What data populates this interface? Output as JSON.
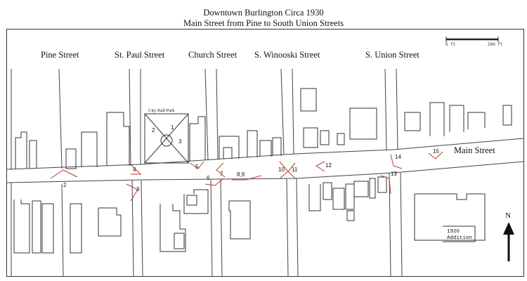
{
  "title": "Downtown Burlington Circa 1930",
  "subtitle": "Main Street from Pine to South Union Streets",
  "streets": {
    "pine": "Pine Street",
    "st_paul": "St. Paul Street",
    "church": "Church Street",
    "s_winooski": "S. Winooski Street",
    "s_union": "S. Union Street",
    "main": "Main Street"
  },
  "park_label": "City Hall Park",
  "park_points": [
    "1",
    "2",
    "3"
  ],
  "viewpoints": [
    "2",
    "3",
    "4",
    "5",
    "6",
    "7",
    "8,9",
    "10",
    "11",
    "12",
    "13",
    "14",
    "15"
  ],
  "scale": {
    "start": "0 ft",
    "end": "200 ft"
  },
  "addition": {
    "line1": "1926",
    "line2": "Addition"
  },
  "north": "N",
  "colors": {
    "marker": "#c0392b",
    "lines": "#333333"
  }
}
